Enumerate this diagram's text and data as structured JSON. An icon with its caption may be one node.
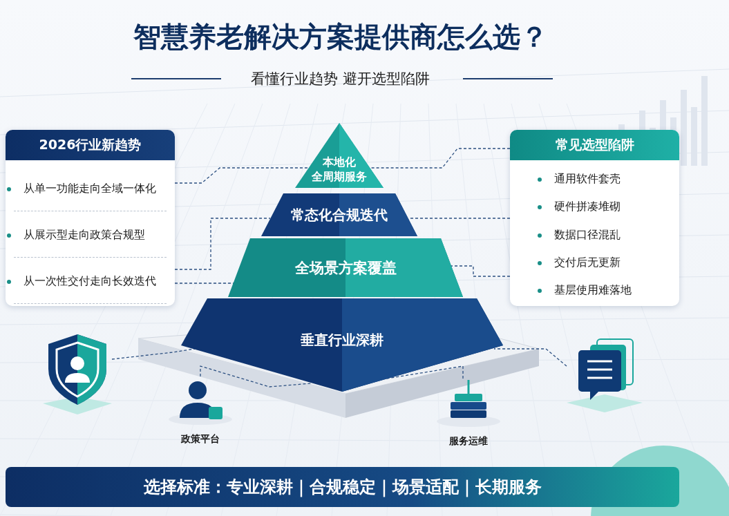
{
  "diagram": {
    "title": "智慧养老解决方案提供商怎么选？",
    "nodes": [
      {
        "text": [
          "2026行业新趋势",
          "从单一功能走向全域一体化",
          "从展示型走向政策合规型",
          "从一次性交付走向长效迭代"
        ]
      },
      {
        "text": [
          "常见选型陷阱",
          "通用软件套壳",
          "硬件拼凑堆砌",
          "数据口径混乱",
          "交付后无更新",
          "基层使用难落地"
        ]
      },
      {
        "text": [
          "本地化全周期服务"
        ]
      },
      {
        "text": [
          "常态化合规迭代"
        ]
      },
      {
        "text": [
          "全场景方案覆盖"
        ]
      },
      {
        "text": [
          "垂直行业深耕"
        ]
      },
      {
        "text": [],
        "shape": "picture"
      },
      {
        "text": [
          "政策平台"
        ]
      },
      {
        "text": [
          "服务运维"
        ]
      },
      {
        "text": [],
        "shape": "picture"
      },
      {
        "text": [
          "选择标准：专业深耕｜合规稳定｜场景适配｜长期服务"
        ]
      }
    ],
    "edges": [
      {
        "from": 0,
        "to": 2,
        "arrow": "none",
        "style": "dashed"
      },
      {
        "from": 0,
        "to": 3,
        "arrow": "none",
        "style": "dashed"
      },
      {
        "from": 0,
        "to": 4,
        "arrow": "none",
        "style": "dashed"
      },
      {
        "from": 1,
        "to": 2,
        "arrow": "none",
        "style": "dashed"
      },
      {
        "from": 1,
        "to": 3,
        "arrow": "none",
        "style": "dashed"
      },
      {
        "from": 1,
        "to": 4,
        "arrow": "none",
        "style": "dashed"
      },
      {
        "from": 6,
        "to": 5,
        "arrow": "none",
        "style": "dashed"
      },
      {
        "from": 7,
        "to": 5,
        "arrow": "none",
        "style": "dashed"
      },
      {
        "from": 8,
        "to": 5,
        "arrow": "none",
        "style": "dashed"
      },
      {
        "from": 9,
        "to": 5,
        "arrow": "none",
        "style": "dashed"
      }
    ],
    "labels": [
      "看懂行业趋势 避开选型陷阱"
    ]
  }
}
